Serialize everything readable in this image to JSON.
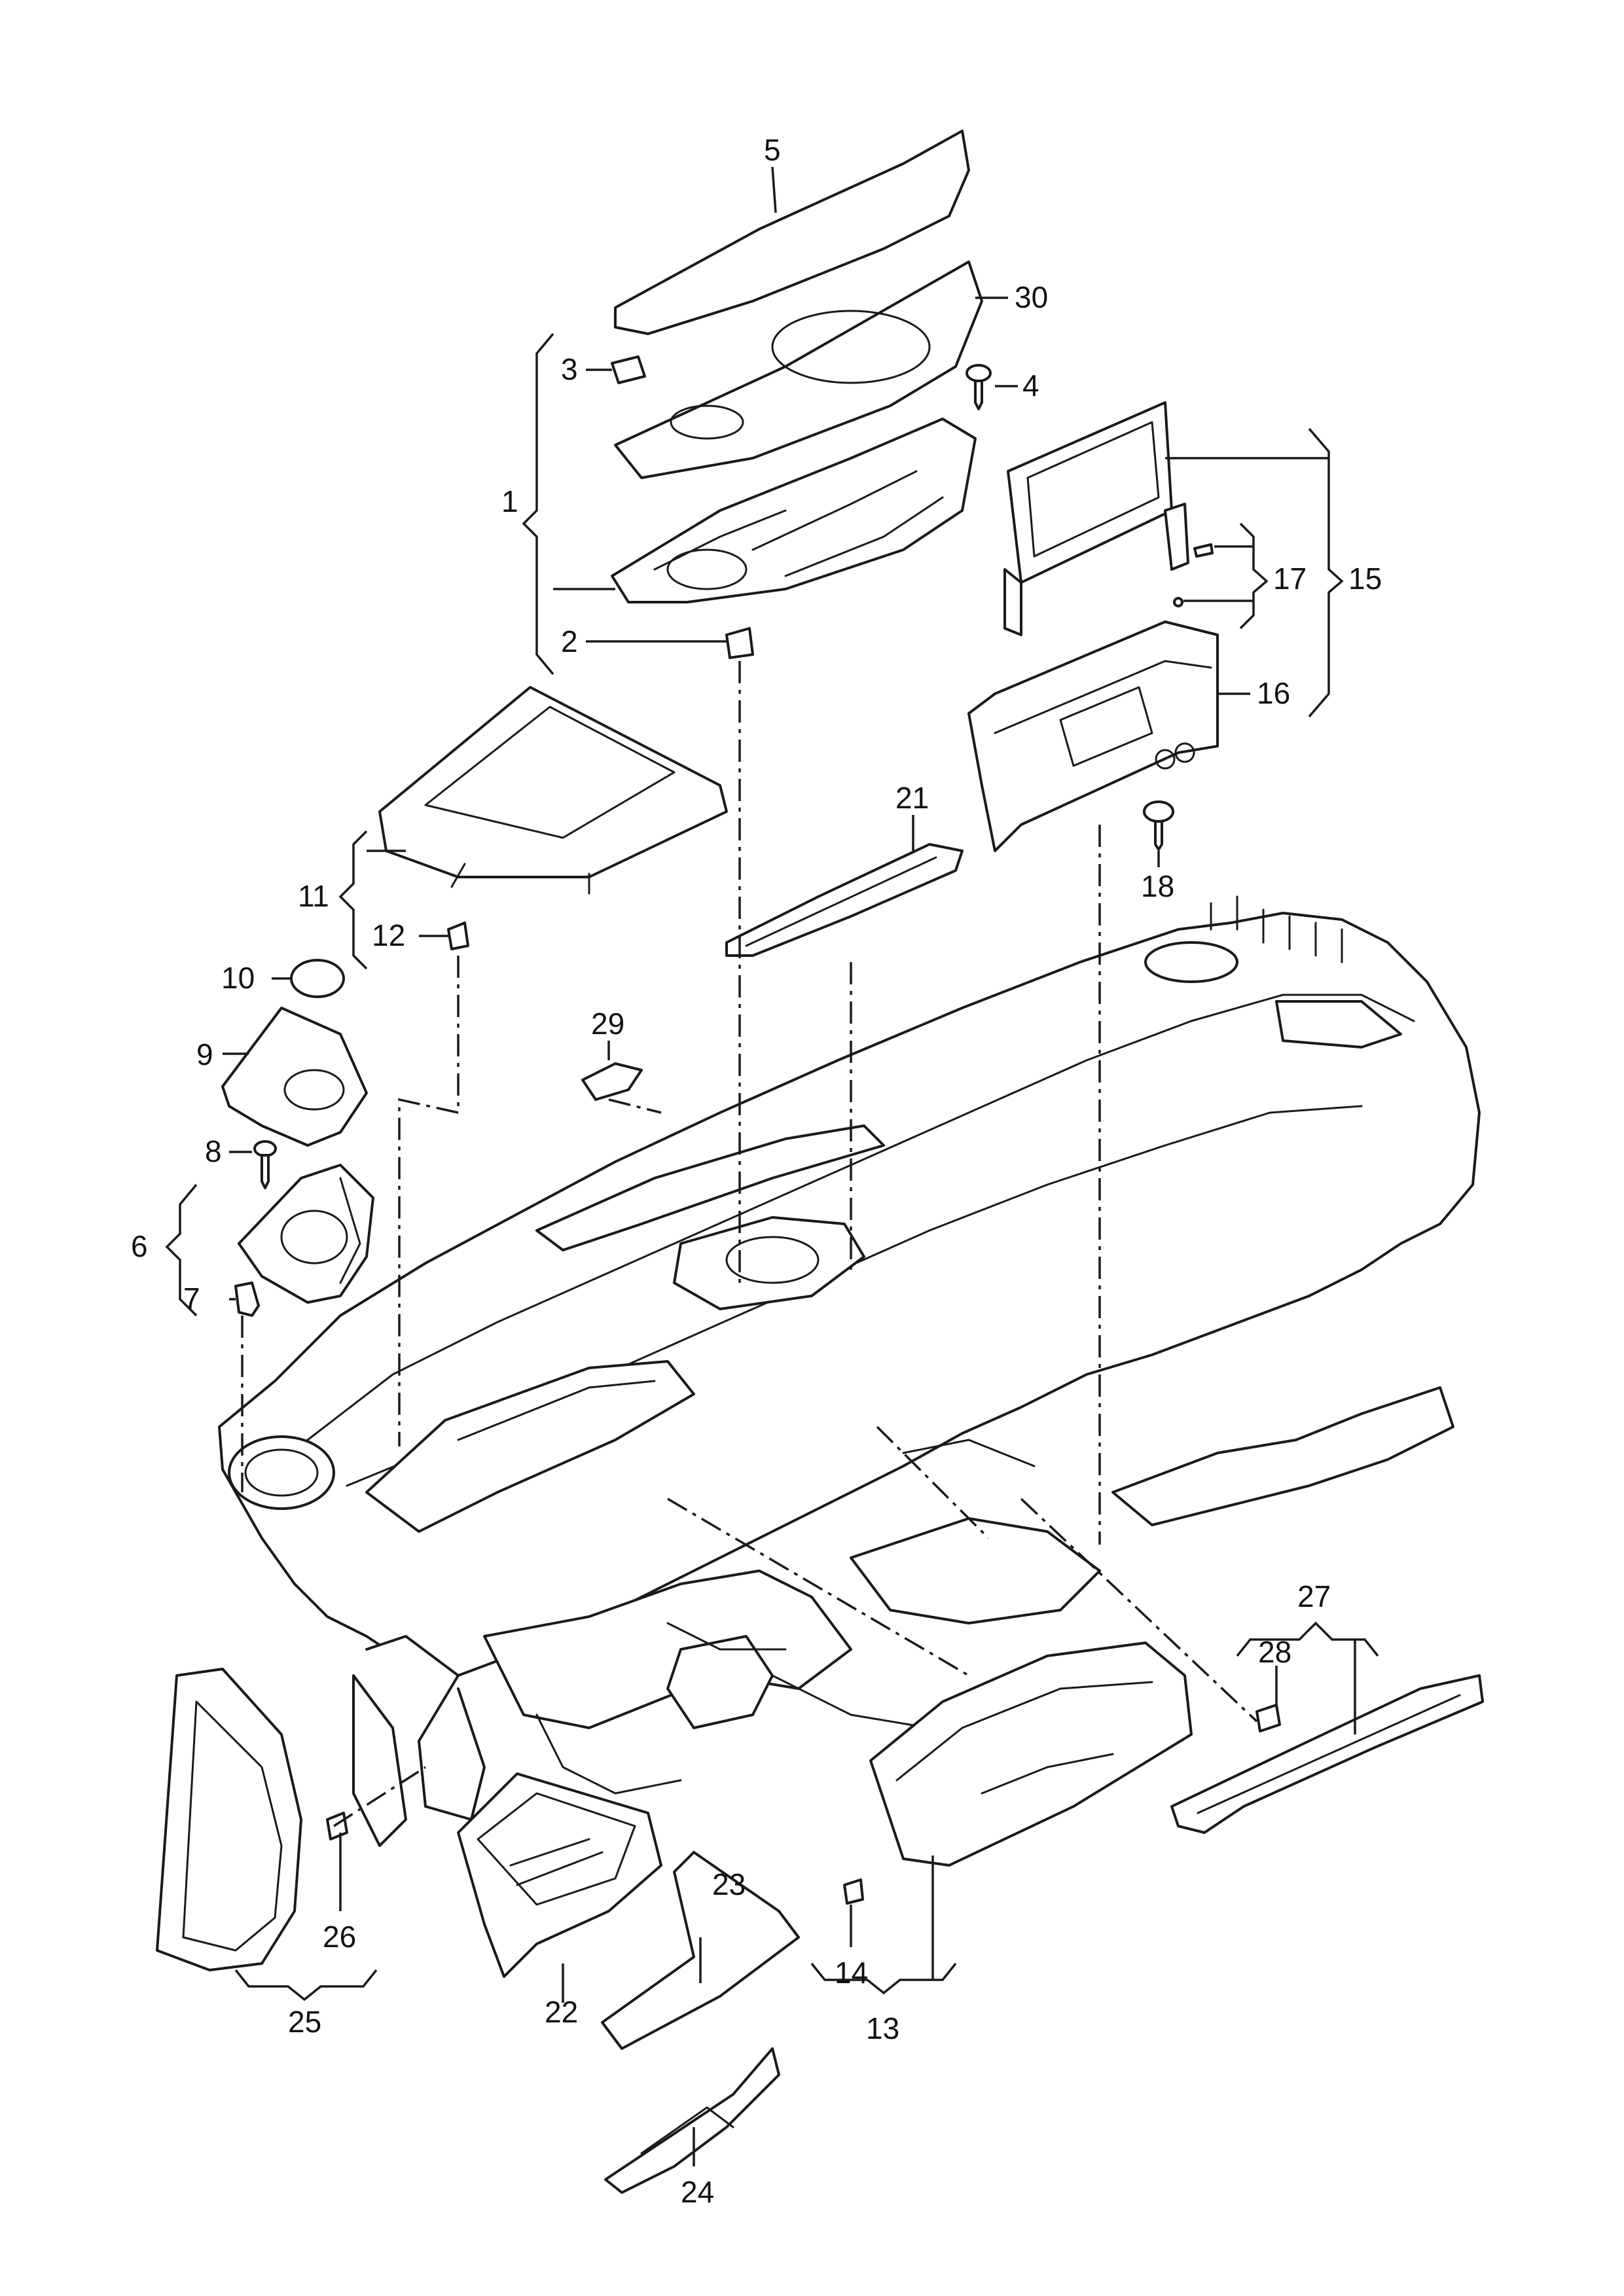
{
  "callouts": {
    "c1": "1",
    "c2": "2",
    "c3": "3",
    "c4": "4",
    "c5": "5",
    "c6": "6",
    "c7": "7",
    "c8": "8",
    "c9": "9",
    "c10": "10",
    "c11": "11",
    "c12": "12",
    "c13": "13",
    "c14": "14",
    "c15": "15",
    "c16": "16",
    "c17": "17",
    "c18": "18",
    "c21": "21",
    "c22": "22",
    "c23": "23",
    "c24": "24",
    "c25": "25",
    "c26": "26",
    "c27": "27",
    "c28": "28",
    "c29": "29",
    "c30": "30"
  }
}
